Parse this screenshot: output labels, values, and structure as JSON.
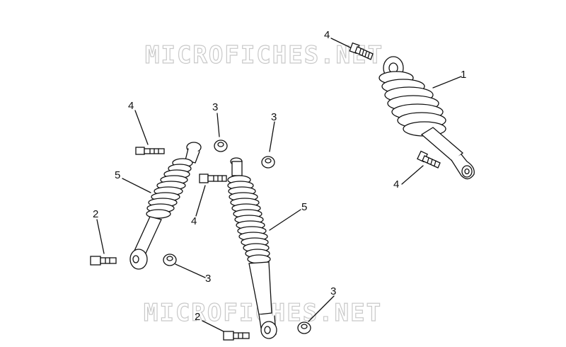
{
  "watermarks": [
    "MICROFICHES.NET",
    "MICROFICHES.NET"
  ],
  "callouts": {
    "c1": "1",
    "c4_top_right": "4",
    "c4_right": "4",
    "c4_left": "4",
    "c5_left": "5",
    "c3_a": "3",
    "c3_b": "3",
    "c4_mid": "4",
    "c5_mid": "5",
    "c2_left": "2",
    "c3_c": "3",
    "c3_d": "3",
    "c2_bottom": "2"
  }
}
